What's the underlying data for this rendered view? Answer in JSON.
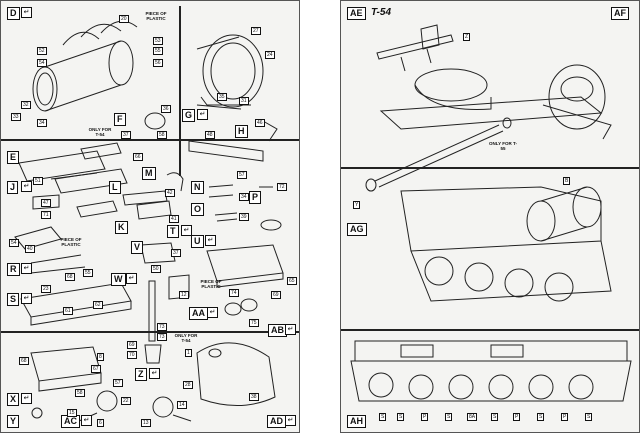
{
  "left": {
    "steps": [
      "D",
      "E",
      "F",
      "G",
      "H",
      "J",
      "K",
      "L",
      "M",
      "N",
      "O",
      "P",
      "R",
      "S",
      "T",
      "U",
      "V",
      "W",
      "X",
      "Y",
      "Z",
      "AA",
      "AB",
      "AC",
      "AD"
    ],
    "notes": {
      "plastic_d": "PIECE OF PLASTIC",
      "only_t54_e": "ONLY FOR T-54",
      "plastic_r": "PIECE OF PLASTIC",
      "plastic_u": "PIECE OF PLASTIC",
      "only_t54_ac": "ONLY FOR T-54"
    },
    "parts": [
      "20",
      "52",
      "54",
      "55",
      "53",
      "56",
      "27",
      "24",
      "31",
      "32",
      "33",
      "34",
      "36",
      "35",
      "48",
      "66",
      "51",
      "37",
      "58",
      "57",
      "46",
      "47",
      "71",
      "42",
      "41",
      "34",
      "39",
      "72",
      "40",
      "54",
      "68",
      "23",
      "55",
      "61",
      "62",
      "50",
      "37",
      "12",
      "73",
      "74",
      "69",
      "73",
      "75",
      "65",
      "67",
      "58",
      "68",
      "8",
      "57",
      "1",
      "28",
      "22",
      "14",
      "15",
      "6",
      "13",
      "69",
      "70",
      "38"
    ]
  },
  "right": {
    "steps": [
      "AE",
      "AF",
      "AG",
      "AH"
    ],
    "title_ae": "T-54",
    "note_t55": "ONLY FOR T-55",
    "callouts": [
      "Z",
      "B",
      "Y",
      "S",
      "S",
      "P",
      "S",
      "8A",
      "S",
      "P",
      "S",
      "P",
      "S"
    ]
  }
}
